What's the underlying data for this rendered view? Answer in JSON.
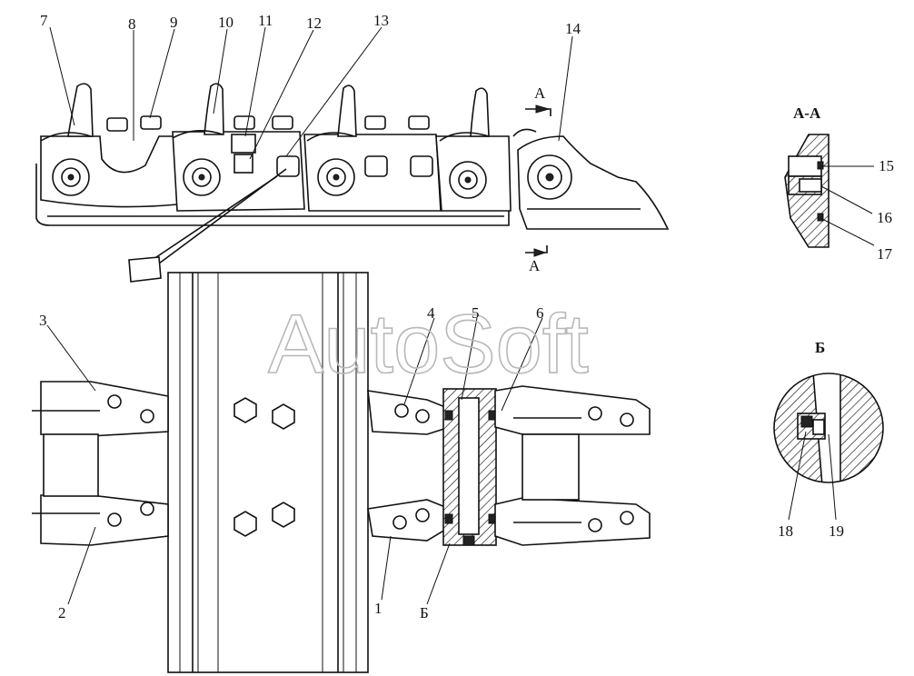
{
  "watermark": "AutoSoft",
  "section_views": {
    "aa_title": "А-А",
    "b_title": "Б",
    "arrow_top": "А",
    "arrow_bottom": "А"
  },
  "callouts": [
    "1",
    "2",
    "3",
    "4",
    "5",
    "6",
    "7",
    "8",
    "9",
    "10",
    "11",
    "12",
    "13",
    "14",
    "15",
    "16",
    "17",
    "18",
    "19",
    "Б"
  ]
}
